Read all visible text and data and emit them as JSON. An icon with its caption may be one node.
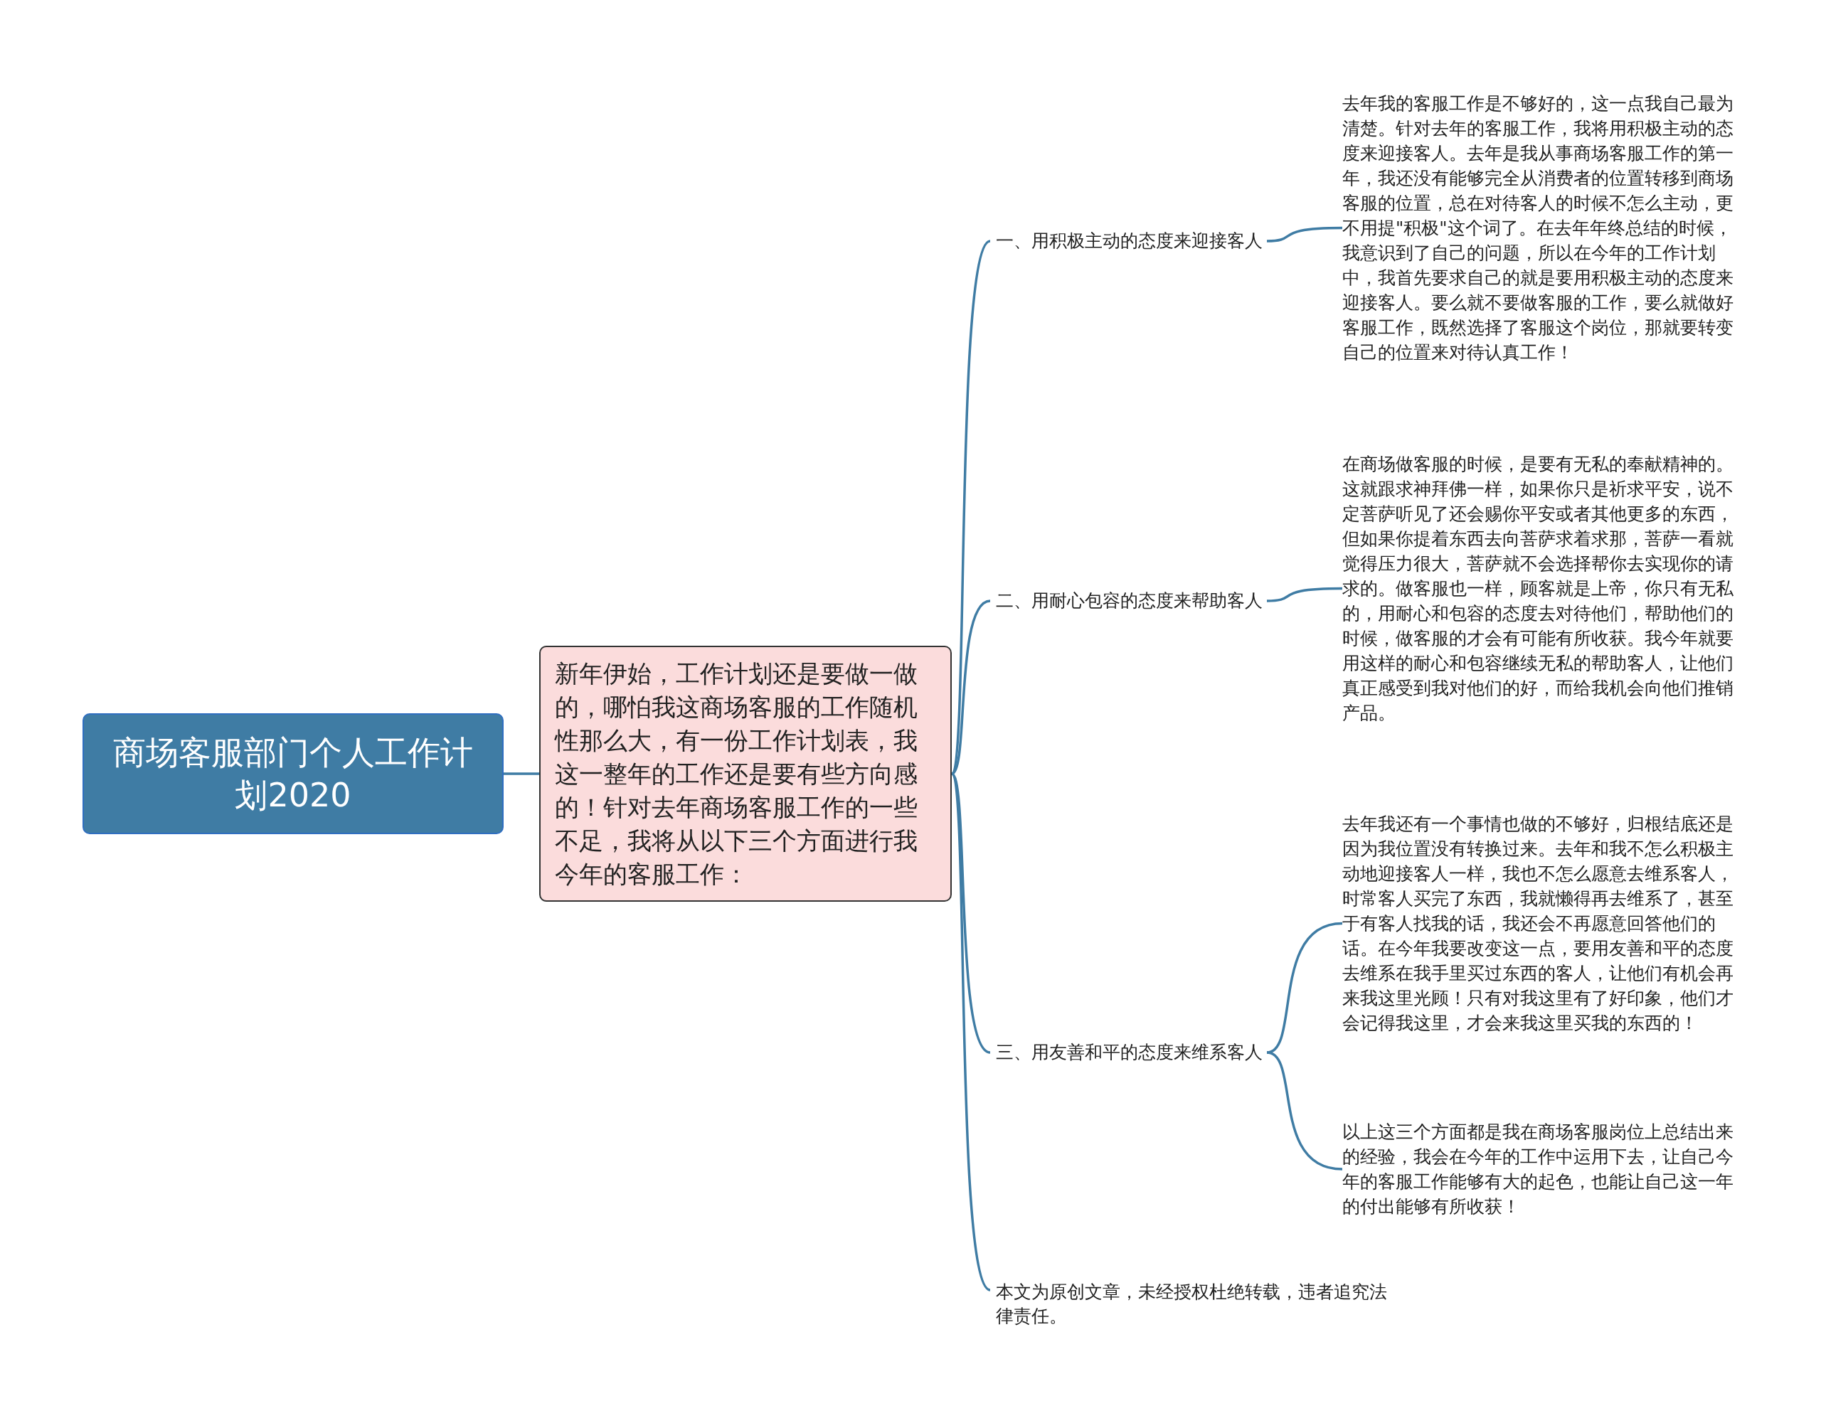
{
  "diagram": {
    "nodes": [
      {
        "text": [
          "商场客服部门个人工作计划2020"
        ]
      },
      {
        "text": [
          "新年伊始，工作计划还是要做一做的，哪怕我这商场客服的工作随机性那么大，有一份工作计划表，我这一整年的工作还是要有些方向感的！针对去年商场客服工作的一些不足，我将从以下三个方面进行我今年的客服工作："
        ]
      },
      {
        "text": [
          "一、用积极主动的态度来迎接客人"
        ]
      },
      {
        "text": [
          "去年我的客服工作是不够好的，这一点我自己最为清楚。针对去年的客服工作，我将用积极主动的态度来迎接客人。去年是我从事商场客服工作的第一年，我还没有能够完全从消费者的位置转移到商场客服的位置，总在对待客人的时候不怎么主动，更不用提\"积极\"这个词了。在去年年终总结的时候，我意识到了自己的问题，所以在今年的工作计划中，我首先要求自己的就是要用积极主动的态度来迎接客人。要么就不要做客服的工作，要么就做好客服工作，既然选择了客服这个岗位，那就要转变自己的位置来对待认真工作！"
        ]
      },
      {
        "text": [
          "二、用耐心包容的态度来帮助客人"
        ]
      },
      {
        "text": [
          "在商场做客服的时候，是要有无私的奉献精神的。这就跟求神拜佛一样，如果你只是祈求平安，说不定菩萨听见了还会赐你平安或者其他更多的东西，但如果你提着东西去向菩萨求着求那，菩萨一看就觉得压力很大，菩萨就不会选择帮你去实现你的请求的。做客服也一样，顾客就是上帝，你只有无私的，用耐心和包容的态度去对待他们，帮助他们的时候，做客服的才会有可能有所收获。我今年就要用这样的耐心和包容继续无私的帮助客人，让他们真正感受到我对他们的好，而给我机会向他们推销产品。"
        ]
      },
      {
        "text": [
          "三、用友善和平的态度来维系客人"
        ]
      },
      {
        "text": [
          "去年我还有一个事情也做的不够好，归根结底还是因为我位置没有转换过来。去年和我不怎么积极主动地迎接客人一样，我也不怎么愿意去维系客人，时常客人买完了东西，我就懒得再去维系了，甚至于有客人找我的话，我还会不再愿意回答他们的话。在今年我要改变这一点，要用友善和平的态度去维系在我手里买过东西的客人，让他们有机会再来我这里光顾！只有对我这里有了好印象，他们才会记得我这里，才会来我这里买我的东西的！"
        ]
      },
      {
        "text": [
          "以上这三个方面都是我在商场客服岗位上总结出来的经验，我会在今年的工作中运用下去，让自己今年的客服工作能够有大的起色，也能让自己这一年的付出能够有所收获！"
        ]
      },
      {
        "text": [
          "本文为原创文章，未经授权杜绝转载，违者追究法律责任。"
        ]
      }
    ],
    "edges": [
      {
        "from": 0,
        "to": 1,
        "arrow": "none"
      },
      {
        "from": 1,
        "to": 2,
        "arrow": "none"
      },
      {
        "from": 1,
        "to": 4,
        "arrow": "none"
      },
      {
        "from": 1,
        "to": 6,
        "arrow": "none"
      },
      {
        "from": 1,
        "to": 9,
        "arrow": "none"
      },
      {
        "from": 2,
        "to": 3,
        "arrow": "none"
      },
      {
        "from": 4,
        "to": 5,
        "arrow": "none"
      },
      {
        "from": 6,
        "to": 7,
        "arrow": "none"
      },
      {
        "from": 6,
        "to": 8,
        "arrow": "none"
      }
    ]
  }
}
